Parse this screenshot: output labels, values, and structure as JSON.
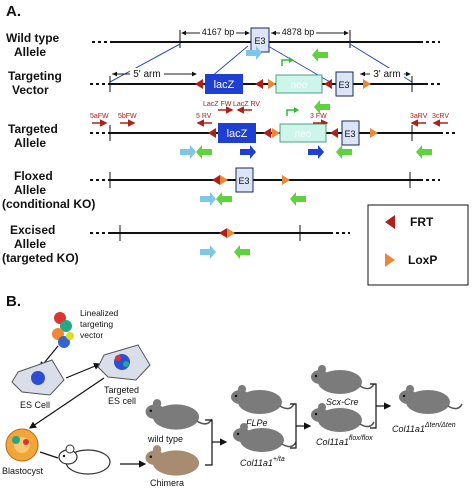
{
  "panel_a": {
    "letter": "A.",
    "rows": {
      "wild_type": [
        "Wild type",
        "Allele"
      ],
      "targeting": [
        "Targeting",
        "Vector"
      ],
      "targeted": [
        "Targeted",
        "Allele"
      ],
      "floxed": [
        "Floxed",
        "Allele",
        "(conditional KO)"
      ],
      "excised": [
        "Excised",
        "Allele",
        "(targeted KO)"
      ]
    },
    "dims": {
      "left_bp": "4167 bp",
      "right_bp": "4878 bp"
    },
    "arms": {
      "five": "5' arm",
      "three": "3' arm"
    },
    "boxes": {
      "exon": "E3",
      "lacz": "lacZ",
      "neo": "neo"
    },
    "primers": {
      "p5afw": "5aFW",
      "p5bfw": "5bFW",
      "laczfw": "LacZ FW",
      "laczrv": "LacZ RV",
      "p5rv": "5 RV",
      "p3fw": "3 FW",
      "p3arv": "3aRV",
      "p3crv": "3cRV"
    },
    "legend": {
      "frt": "FRT",
      "loxp": "LoxP"
    },
    "colors": {
      "frt": "#b0201a",
      "loxp": "#e8893a",
      "lacz": "#1f3fd0",
      "neo": "#cdf5ea",
      "exon": "#dbe5f5"
    }
  },
  "panel_b": {
    "letter": "B.",
    "vector_label": [
      "Linealized",
      "targeting",
      "vector"
    ],
    "es_cell": "ES Cell",
    "targeted_es": [
      "Targeted",
      "ES cell"
    ],
    "blastocyst": "Blastocyst",
    "wild_type": "wild type",
    "chimera": "Chimera",
    "flpe": "FLPe",
    "col_ta": {
      "base": "Col11a1",
      "sup": "+/ta"
    },
    "scx_cre": "Scx-Cre",
    "col_flox": {
      "base": "Col11a1",
      "sup": "flox/flox"
    },
    "col_ten": {
      "base": "Col11a1",
      "sup": "Δten/Δten"
    }
  }
}
